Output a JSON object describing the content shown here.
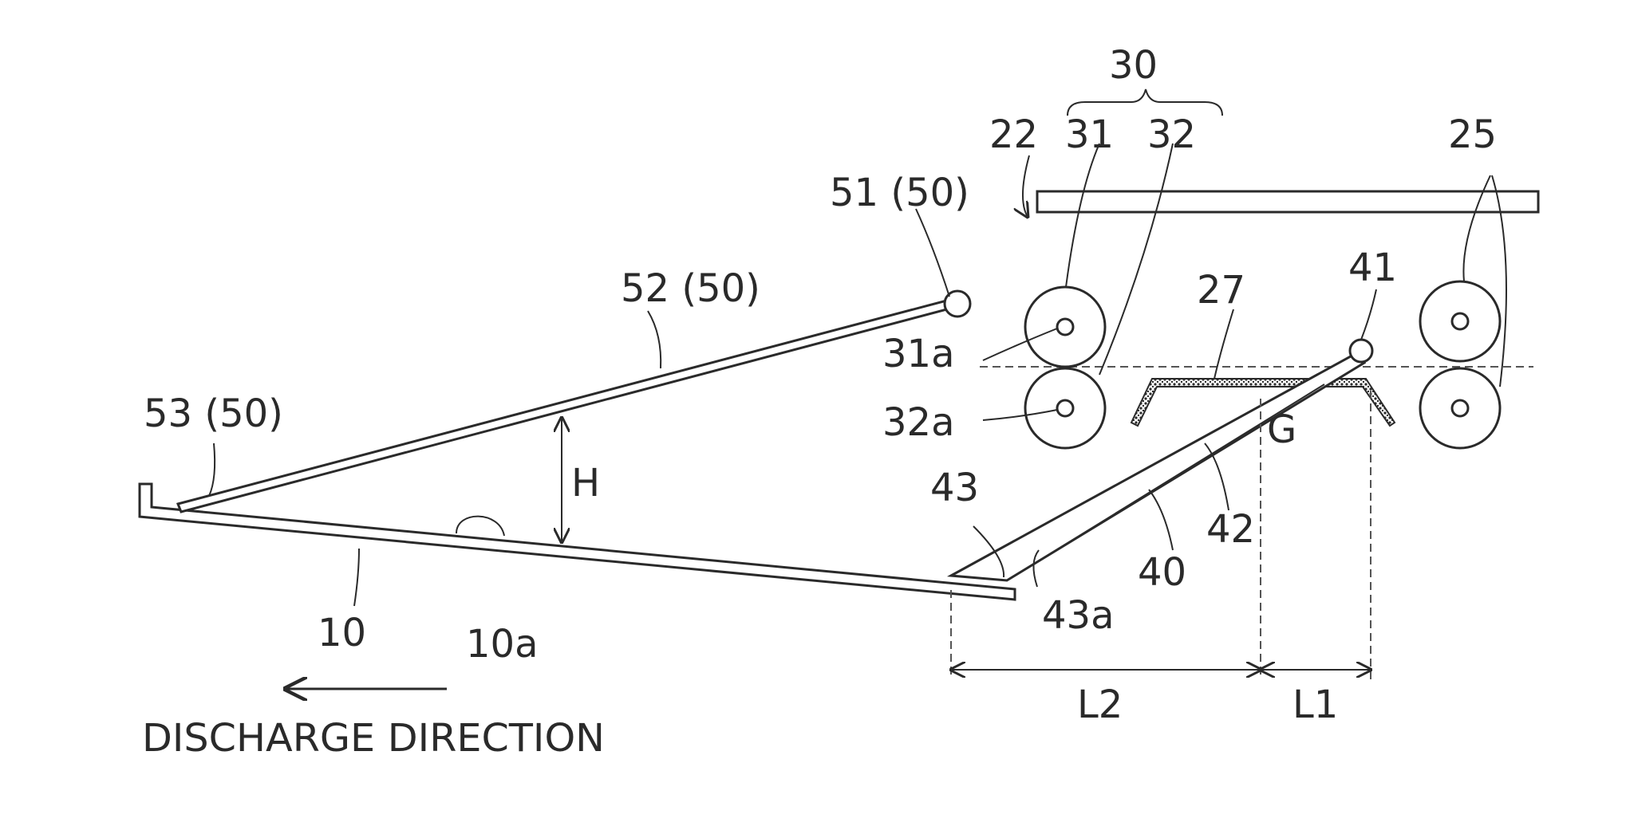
{
  "labels": {
    "l30": "30",
    "l22": "22",
    "l31": "31",
    "l32": "32",
    "l25": "25",
    "l51": "51 (50)",
    "l52": "52 (50)",
    "l53": "53 (50)",
    "l41": "41",
    "l27": "27",
    "l31a": "31a",
    "l32a": "32a",
    "lG": "G",
    "lH": "H",
    "l43": "43",
    "l42": "42",
    "l40": "40",
    "l43a": "43a",
    "l10": "10",
    "l10a": "10a",
    "lL2": "L2",
    "lL1": "L1",
    "direction": "DISCHARGE DIRECTION"
  },
  "colors": {
    "ink": "#2a2a2a",
    "background": "#ffffff"
  },
  "icons": {
    "direction_arrow": "left-arrow-icon"
  }
}
